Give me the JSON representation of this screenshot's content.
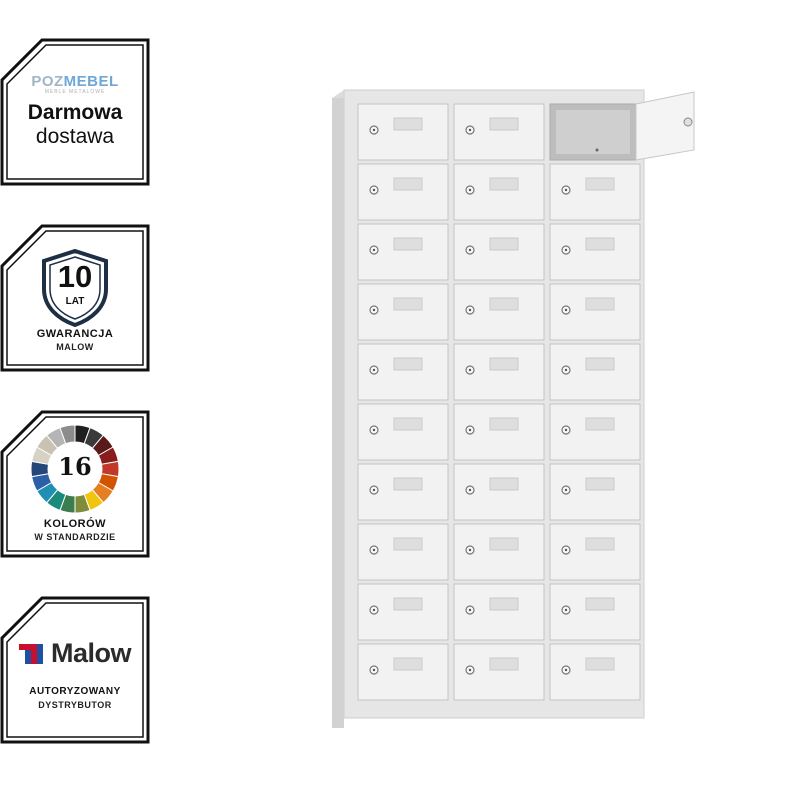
{
  "badges": {
    "delivery": {
      "logo_part1": "POZ",
      "logo_part2": "MEBEL",
      "logo_sub": "MEBLE METALOWE",
      "line1": "Darmowa",
      "line2": "dostawa"
    },
    "warranty": {
      "number": "10",
      "unit": "LAT",
      "line1": "GWARANCJA",
      "line2": "MALOW"
    },
    "colors": {
      "number": "16",
      "line1": "KOLORÓW",
      "line2": "W STANDARDZIE",
      "palette": [
        "#1f1f1f",
        "#3a3a3a",
        "#5a1a1a",
        "#8b1c1c",
        "#c0392b",
        "#d35400",
        "#e67e22",
        "#f1c40f",
        "#7f8c3a",
        "#3b7d4f",
        "#1a8a7a",
        "#1f8fb5",
        "#2c5fa8",
        "#24477a",
        "#d8d2c4",
        "#c9c2b3",
        "#b5b5b5",
        "#8c8c8c"
      ]
    },
    "distributor": {
      "brand": "Malow",
      "line1": "AUTORYZOWANY",
      "line2": "DYSTRYBUTOR",
      "brand_colors": [
        "#c8102e",
        "#1f4fa3"
      ]
    }
  },
  "product": {
    "columns": 3,
    "rows": 10,
    "open_compartment": {
      "row": 1,
      "col": 3
    },
    "body_color": "#e9e9e9",
    "door_color": "#f3f3f3"
  }
}
